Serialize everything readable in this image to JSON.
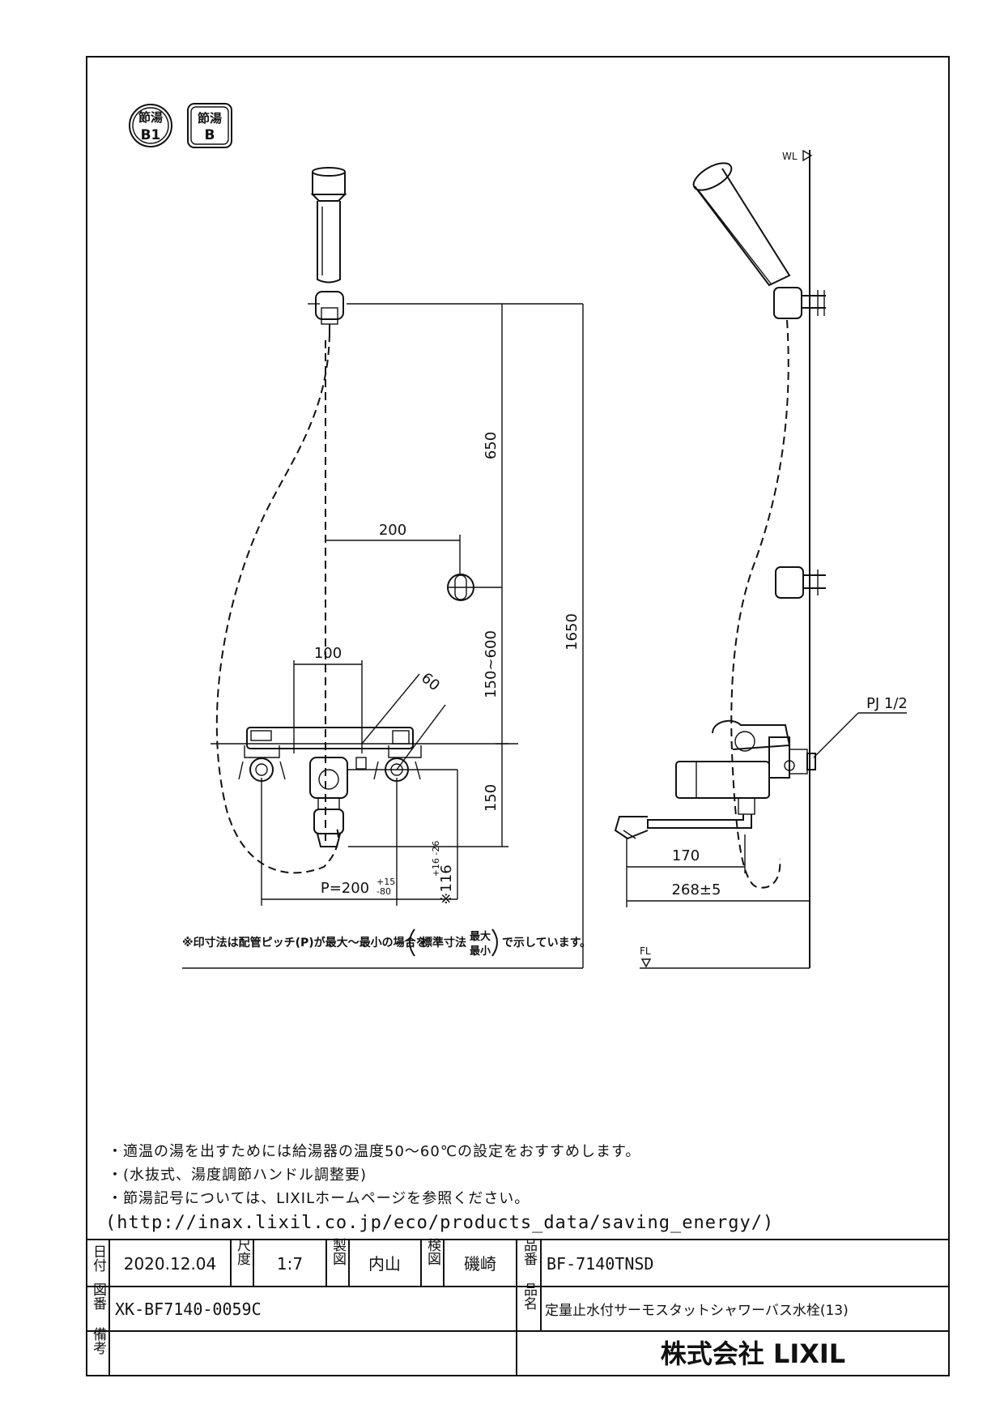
{
  "badges": {
    "b1_top": "節湯",
    "b1_bottom": "B1",
    "b_top": "節湯",
    "b_bottom": "B"
  },
  "dimensions": {
    "d650": "650",
    "d1650": "1650",
    "d200": "200",
    "d100": "100",
    "d60": "60",
    "d150_600": "150~600",
    "d150": "150",
    "pitch": "P=200",
    "pitch_tol_plus": "+15",
    "pitch_tol_minus": "-80",
    "d116": "※116",
    "d116_tol": "+16 -26",
    "d170": "170",
    "d268": "268±5",
    "pj": "PJ 1/2",
    "wl": "WL",
    "fl": "FL"
  },
  "pitch_note": {
    "prefix": "※印寸法は配管ピッチ(P)が最大～最小の場合を",
    "std": "標準寸法",
    "max": "最大",
    "min": "最小",
    "suffix": "で示しています。"
  },
  "notes": [
    "・適温の湯を出すためには給湯器の温度50～60℃の設定をおすすめします。",
    "・(水抜式、湯度調節ハンドル調整要)",
    "・節湯記号については、LIXILホームページを参照ください。",
    "(http://inax.lixil.co.jp/eco/products_data/saving_energy/)"
  ],
  "title_block": {
    "date_label": "日付",
    "date": "2020.12.04",
    "scale_label": "尺度",
    "scale": "1:7",
    "drawn_label": "製図",
    "drawn_by": "内山",
    "check_label": "検図",
    "checked_by": "磯崎",
    "part_no_label": "品番",
    "part_no": "BF-7140TNSD",
    "drawing_no_label": "図番",
    "drawing_no": "XK-BF7140-0059C",
    "name_label": "品名",
    "name": "定量止水付サーモスタットシャワーバス水栓(13)",
    "remarks_label": "備考",
    "company": "株式会社 LIXIL"
  }
}
